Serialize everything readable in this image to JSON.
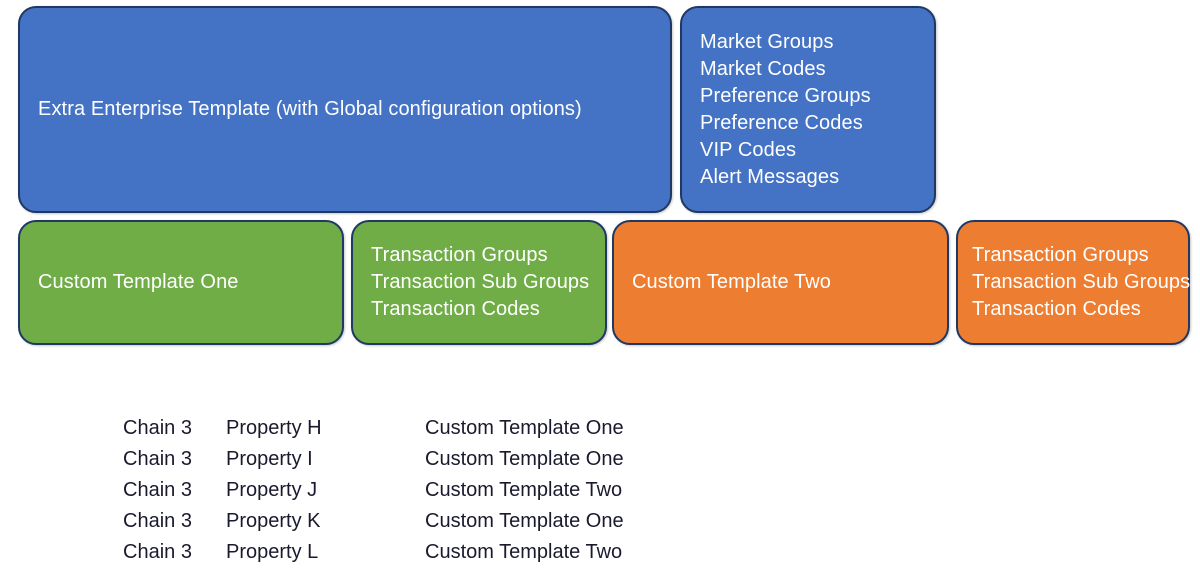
{
  "diagram": {
    "shapes": [
      {
        "id": "enterprise-template",
        "name": "enterprise-template-box",
        "color": "#4472C4",
        "label": "Extra Enterprise Template (with Global configuration options)"
      },
      {
        "id": "global-options",
        "name": "global-configuration-options-box",
        "color": "#4472C4",
        "items": [
          "Market Groups",
          "Market Codes",
          "Preference Groups",
          "Preference Codes",
          "VIP Codes",
          "Alert Messages"
        ]
      },
      {
        "id": "custom-template-one",
        "name": "custom-template-one-box",
        "color": "#70AD47",
        "label": "Custom Template One"
      },
      {
        "id": "transactions-one",
        "name": "transaction-options-one-box",
        "color": "#70AD47",
        "items": [
          "Transaction Groups",
          "Transaction Sub Groups",
          "Transaction Codes"
        ]
      },
      {
        "id": "custom-template-two",
        "name": "custom-template-two-box",
        "color": "#ED7D31",
        "label": "Custom Template Two"
      },
      {
        "id": "transactions-two",
        "name": "transaction-options-two-box",
        "color": "#ED7D31",
        "items": [
          "Transaction Groups",
          "Transaction Sub Groups",
          "Transaction Codes"
        ]
      }
    ]
  },
  "assignments": {
    "rows": [
      {
        "chain": "Chain 3",
        "property": "Property H",
        "template": "Custom Template One"
      },
      {
        "chain": "Chain 3",
        "property": "Property I",
        "template": "Custom Template One"
      },
      {
        "chain": "Chain 3",
        "property": "Property J",
        "template": "Custom Template Two"
      },
      {
        "chain": "Chain 3",
        "property": "Property K",
        "template": "Custom Template One"
      },
      {
        "chain": "Chain 3",
        "property": "Property L",
        "template": "Custom Template Two"
      }
    ]
  },
  "colors": {
    "blue": "#4472C4",
    "green": "#70AD47",
    "orange": "#ED7D31",
    "border": "#1F3864",
    "shape_text": "#FFFFFF",
    "table_text": "#1A1A2E",
    "background": "#FFFFFF"
  }
}
